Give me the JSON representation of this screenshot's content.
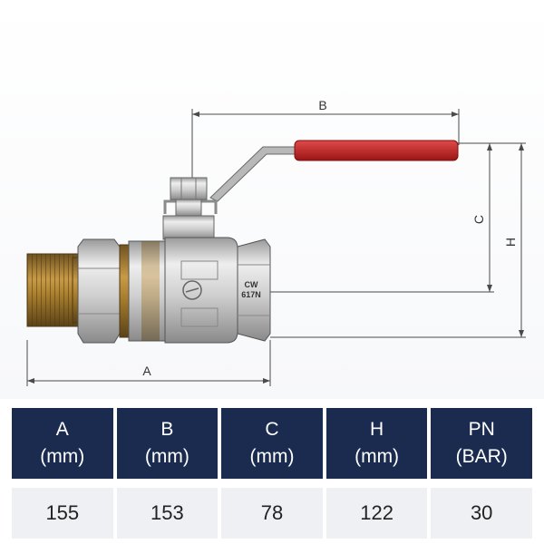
{
  "drawing": {
    "dim_labels": {
      "a": "A",
      "b": "B",
      "c": "C",
      "h": "H"
    },
    "body_marking": {
      "line1": "CW",
      "line2": "617N"
    },
    "colors": {
      "handle": "#c0202a",
      "brass": "#a37a2b",
      "nickel": "#d8d8d8",
      "header": "#1b2b50"
    }
  },
  "specs_table": {
    "headers": [
      {
        "line1": "A",
        "line2": "(mm)"
      },
      {
        "line1": "B",
        "line2": "(mm)"
      },
      {
        "line1": "C",
        "line2": "(mm)"
      },
      {
        "line1": "H",
        "line2": "(mm)"
      },
      {
        "line1": "PN",
        "line2": "(BAR)"
      }
    ],
    "values": [
      "155",
      "153",
      "78",
      "122",
      "30"
    ]
  }
}
